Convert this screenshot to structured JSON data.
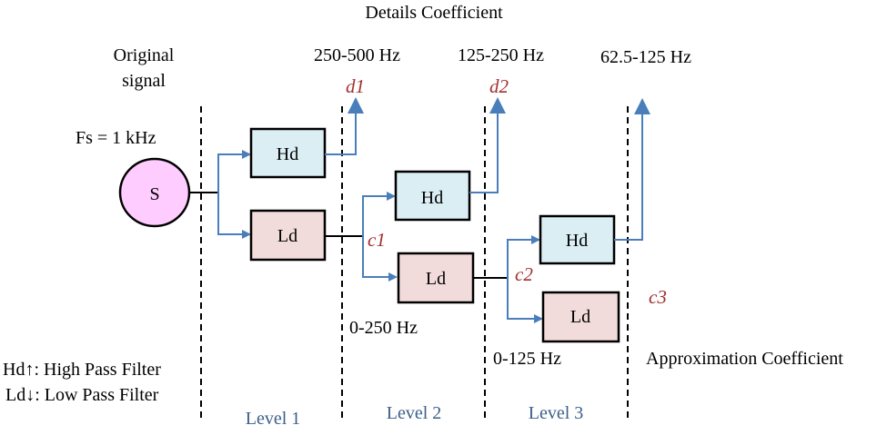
{
  "title": "Details Coefficient",
  "original_signal_line1": "Original",
  "original_signal_line2": "signal",
  "sampling_rate": "Fs = 1 kHz",
  "source_label": "S",
  "bands": {
    "d1_band": "250-500 Hz",
    "d2_band": "125-250 Hz",
    "d3_band": "62.5-125 Hz",
    "c1_band": "0-250 Hz",
    "c2_band": "0-125 Hz"
  },
  "coefficients": {
    "d1": "d1",
    "d2": "d2",
    "c1": "c1",
    "c2": "c2",
    "c3": "c3"
  },
  "approximation_label": "Approximation Coefficient",
  "filter_labels": {
    "hd": "Hd",
    "ld": "Ld"
  },
  "legend": {
    "high_pass": "Hd↑: High Pass Filter",
    "low_pass": "Ld↓: Low Pass Filter"
  },
  "levels": [
    "Level 1",
    "Level 2",
    "Level 3"
  ],
  "colors": {
    "hd_fill": "#dbeef4",
    "ld_fill": "#f2dcdb",
    "source_fill": "#ffccff",
    "arrow_blue": "#4a7ebb",
    "coef_text": "#a0302e",
    "level_text": "#3b5f8a"
  }
}
